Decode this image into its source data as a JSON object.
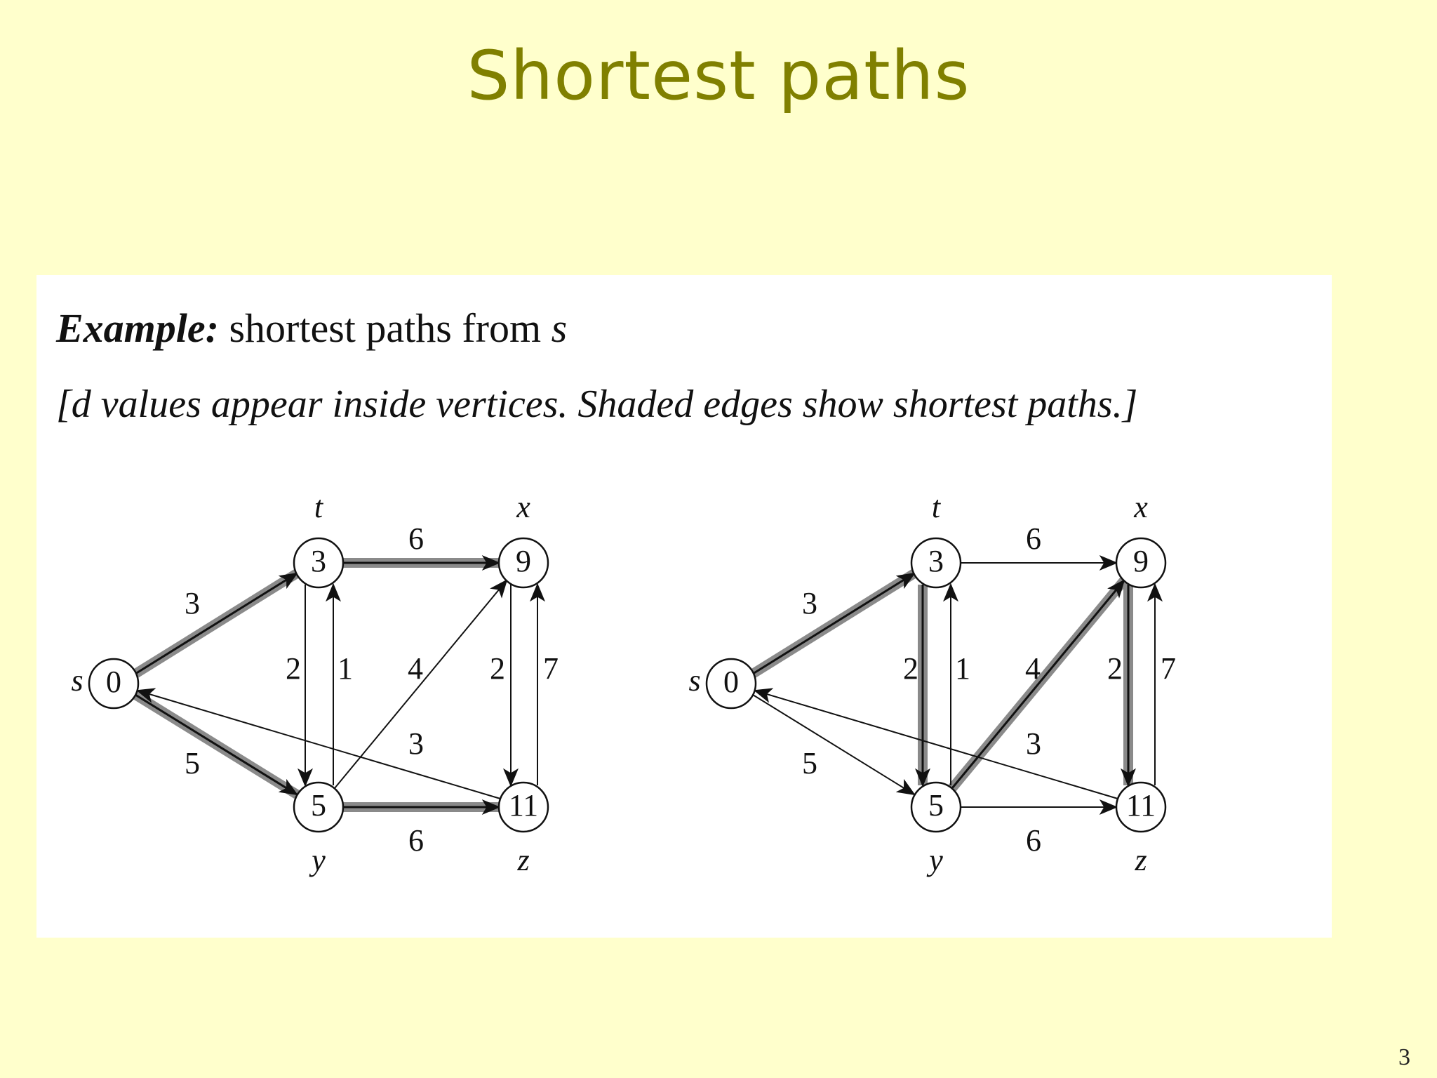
{
  "slide": {
    "title": "Shortest paths",
    "page_number": "3"
  },
  "figure": {
    "example_label": "Example:",
    "example_text": "shortest paths from",
    "example_var": "s",
    "caption": "[d values appear inside vertices. Shaded edges show shortest paths.]"
  },
  "graphs": [
    {
      "name": "left",
      "vertices": [
        {
          "id": "s",
          "label": "s",
          "d": "0"
        },
        {
          "id": "t",
          "label": "t",
          "d": "3"
        },
        {
          "id": "x",
          "label": "x",
          "d": "9"
        },
        {
          "id": "y",
          "label": "y",
          "d": "5"
        },
        {
          "id": "z",
          "label": "z",
          "d": "11"
        }
      ],
      "edges": [
        {
          "from": "s",
          "to": "t",
          "weight": "3",
          "shaded": true
        },
        {
          "from": "s",
          "to": "y",
          "weight": "5",
          "shaded": true
        },
        {
          "from": "t",
          "to": "x",
          "weight": "6",
          "shaded": true
        },
        {
          "from": "t",
          "to": "y",
          "weight": "2",
          "shaded": false
        },
        {
          "from": "y",
          "to": "t",
          "weight": "1",
          "shaded": false
        },
        {
          "from": "y",
          "to": "x",
          "weight": "4",
          "shaded": false
        },
        {
          "from": "y",
          "to": "z",
          "weight": "6",
          "shaded": true
        },
        {
          "from": "x",
          "to": "z",
          "weight": "2",
          "shaded": false
        },
        {
          "from": "z",
          "to": "x",
          "weight": "7",
          "shaded": false
        },
        {
          "from": "z",
          "to": "s",
          "weight": "3",
          "shaded": false
        }
      ]
    },
    {
      "name": "right",
      "vertices": [
        {
          "id": "s",
          "label": "s",
          "d": "0"
        },
        {
          "id": "t",
          "label": "t",
          "d": "3"
        },
        {
          "id": "x",
          "label": "x",
          "d": "9"
        },
        {
          "id": "y",
          "label": "y",
          "d": "5"
        },
        {
          "id": "z",
          "label": "z",
          "d": "11"
        }
      ],
      "edges": [
        {
          "from": "s",
          "to": "t",
          "weight": "3",
          "shaded": true
        },
        {
          "from": "s",
          "to": "y",
          "weight": "5",
          "shaded": false
        },
        {
          "from": "t",
          "to": "x",
          "weight": "6",
          "shaded": false
        },
        {
          "from": "t",
          "to": "y",
          "weight": "2",
          "shaded": true
        },
        {
          "from": "y",
          "to": "t",
          "weight": "1",
          "shaded": false
        },
        {
          "from": "y",
          "to": "x",
          "weight": "4",
          "shaded": true
        },
        {
          "from": "y",
          "to": "z",
          "weight": "6",
          "shaded": false
        },
        {
          "from": "x",
          "to": "z",
          "weight": "2",
          "shaded": true
        },
        {
          "from": "z",
          "to": "x",
          "weight": "7",
          "shaded": false
        },
        {
          "from": "z",
          "to": "s",
          "weight": "3",
          "shaded": false
        }
      ]
    }
  ]
}
